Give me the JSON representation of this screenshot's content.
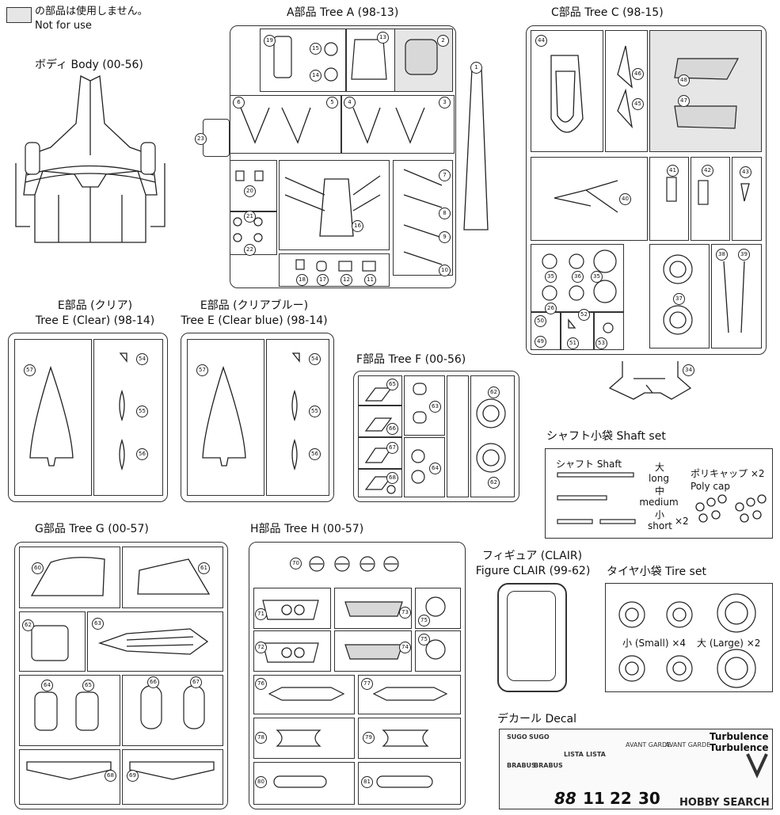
{
  "legend": {
    "jp": "の部品は使用しません。",
    "en": "Not for use"
  },
  "body": {
    "title": "ボディ Body (00-56)"
  },
  "tree_a": {
    "title": "A部品 Tree A (98-13)",
    "parts": [
      "19",
      "15",
      "14",
      "13",
      "2",
      "1",
      "6",
      "5",
      "4",
      "3",
      "23",
      "20",
      "21",
      "22",
      "16",
      "7",
      "8",
      "9",
      "10",
      "18",
      "17",
      "12",
      "11"
    ]
  },
  "tree_c": {
    "title": "C部品 Tree C (98-15)",
    "parts": [
      "44",
      "46",
      "45",
      "48",
      "47",
      "40",
      "41",
      "42",
      "43",
      "35",
      "36",
      "35",
      "26",
      "37",
      "38",
      "39",
      "50",
      "52",
      "49",
      "51",
      "53",
      "34"
    ]
  },
  "tree_e_clear": {
    "title_jp": "E部品 (クリア)",
    "title_en": "Tree E (Clear) (98-14)",
    "parts": [
      "57",
      "54",
      "55",
      "56"
    ]
  },
  "tree_e_blue": {
    "title_jp": "E部品 (クリアブルー)",
    "title_en": "Tree E (Clear blue) (98-14)",
    "parts": [
      "57",
      "54",
      "55",
      "56"
    ]
  },
  "tree_f": {
    "title": "F部品 Tree F (00-56)",
    "parts": [
      "65",
      "66",
      "67",
      "68",
      "63",
      "64",
      "62",
      "62"
    ]
  },
  "shaft": {
    "title": "シャフト小袋 Shaft set",
    "shaft_label": "シャフト Shaft",
    "long_jp": "大",
    "long_en": "long",
    "medium_jp": "中",
    "medium_en": "medium",
    "short_jp": "小",
    "short_en": "short",
    "short_qty": "×2",
    "polycap_jp": "ポリキャップ ×2",
    "polycap_en": "Poly cap"
  },
  "tree_g": {
    "title": "G部品 Tree G (00-57)",
    "parts": [
      "60",
      "61",
      "62",
      "63",
      "64",
      "65",
      "66",
      "67",
      "68",
      "69"
    ]
  },
  "tree_h": {
    "title": "H部品 Tree H (00-57)",
    "parts": [
      "70",
      "71",
      "73",
      "75",
      "72",
      "74",
      "75",
      "76",
      "77",
      "78",
      "79",
      "80",
      "81"
    ]
  },
  "figure": {
    "title_jp": "フィギュア (CLAIR)",
    "title_en": "Figure CLAIR (99-62)"
  },
  "tire": {
    "title": "タイヤ小袋 Tire set",
    "small": "小 (Small) ×4",
    "large": "大 (Large) ×2"
  },
  "decal": {
    "title": "デカール Decal",
    "texts": [
      "SUGO",
      "SUGO",
      "Turbulence",
      "Turbulence",
      "LISTA",
      "LISTA",
      "BRABUS",
      "BRABUS",
      "AVANT GARDE",
      "AVANT GARDE",
      "88",
      "11",
      "22",
      "30"
    ]
  },
  "watermark": "HOBBY SEARCH"
}
